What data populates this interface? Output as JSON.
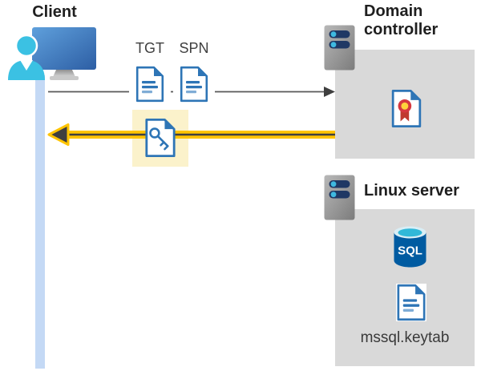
{
  "client": {
    "label": "Client"
  },
  "flow": {
    "tgt_label": "TGT",
    "spn_label": "SPN"
  },
  "domain_controller": {
    "title": "Domain controller"
  },
  "linux_server": {
    "title": "Linux server",
    "sql_badge": "SQL",
    "keytab_label": "mssql.keytab"
  },
  "icons": {
    "client": "user-at-monitor-icon",
    "tgt": "document-icon",
    "spn": "document-icon",
    "service_ticket": "key-document-icon",
    "domain_controller": "server-icon",
    "certificate": "certificate-icon",
    "linux_server": "server-icon",
    "database": "sql-database-icon",
    "keytab": "document-icon"
  },
  "colors": {
    "doc_blue": "#2E75B6",
    "doc_line_light": "#7FACD6",
    "lifeline_blue": "#C4D9F5",
    "panel_gray": "#D9D9D9",
    "highlight_yellow": "#FBF2CB",
    "arrow_yellow": "#FFC400",
    "arrow_dark": "#3F3F3F",
    "request_line_gray": "#595959",
    "server_navy": "#1F3864",
    "server_dot_cyan": "#3FB9E0",
    "sql_body_blue": "#005BA1",
    "sql_top_cyan": "#31B8D8",
    "person_cyan": "#3BC1E3",
    "ribbon_red": "#D6373F",
    "ribbon_yellow": "#FFD23B"
  }
}
